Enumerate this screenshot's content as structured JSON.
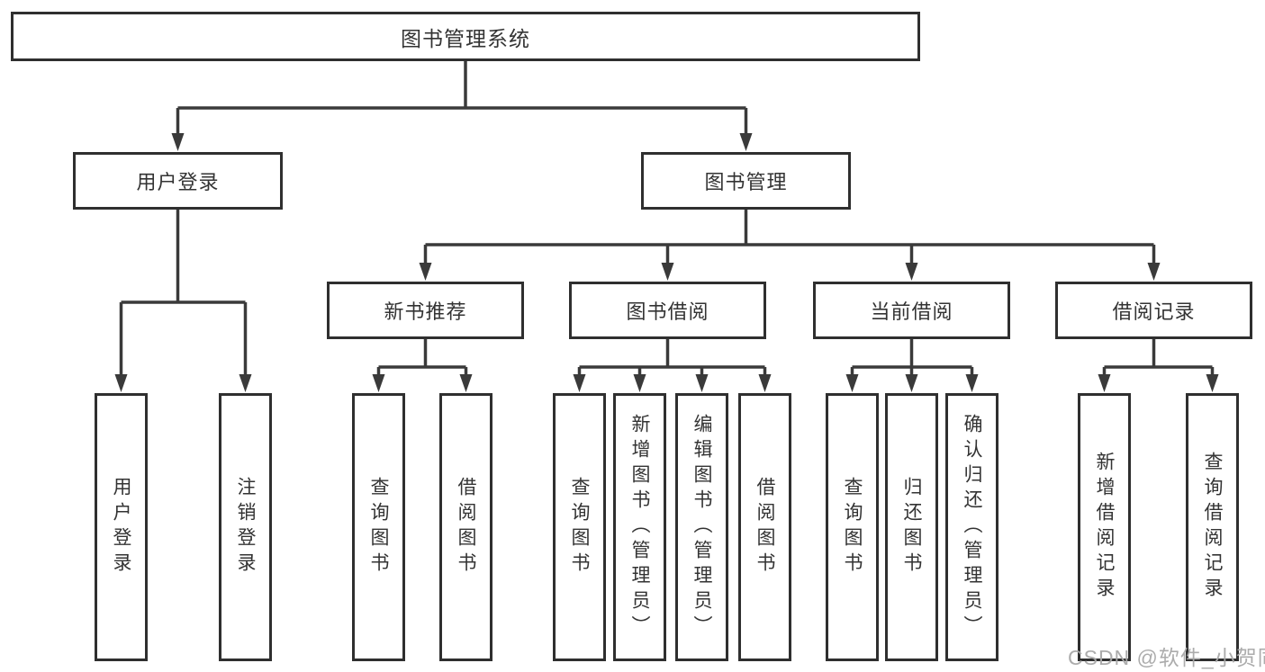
{
  "diagram_title": "图书管理系统",
  "watermark": "CSDN @软件_小贺同学",
  "level2": {
    "user_login": "用户登录",
    "book_mgmt": "图书管理"
  },
  "level3": {
    "new_books": "新书推荐",
    "book_borrow": "图书借阅",
    "current_borrow": "当前借阅",
    "borrow_records": "借阅记录"
  },
  "leaves": {
    "user_login": [
      "用户登录",
      "注销登录"
    ],
    "new_books": [
      "查询图书",
      "借阅图书"
    ],
    "book_borrow": [
      "查询图书",
      "新增图书（管理员）",
      "编辑图书（管理员）",
      "借阅图书"
    ],
    "current_borrow": [
      "查询图书",
      "归还图书",
      "确认归还（管理员）"
    ],
    "borrow_records": [
      "新增借阅记录",
      "查询借阅记录"
    ]
  }
}
